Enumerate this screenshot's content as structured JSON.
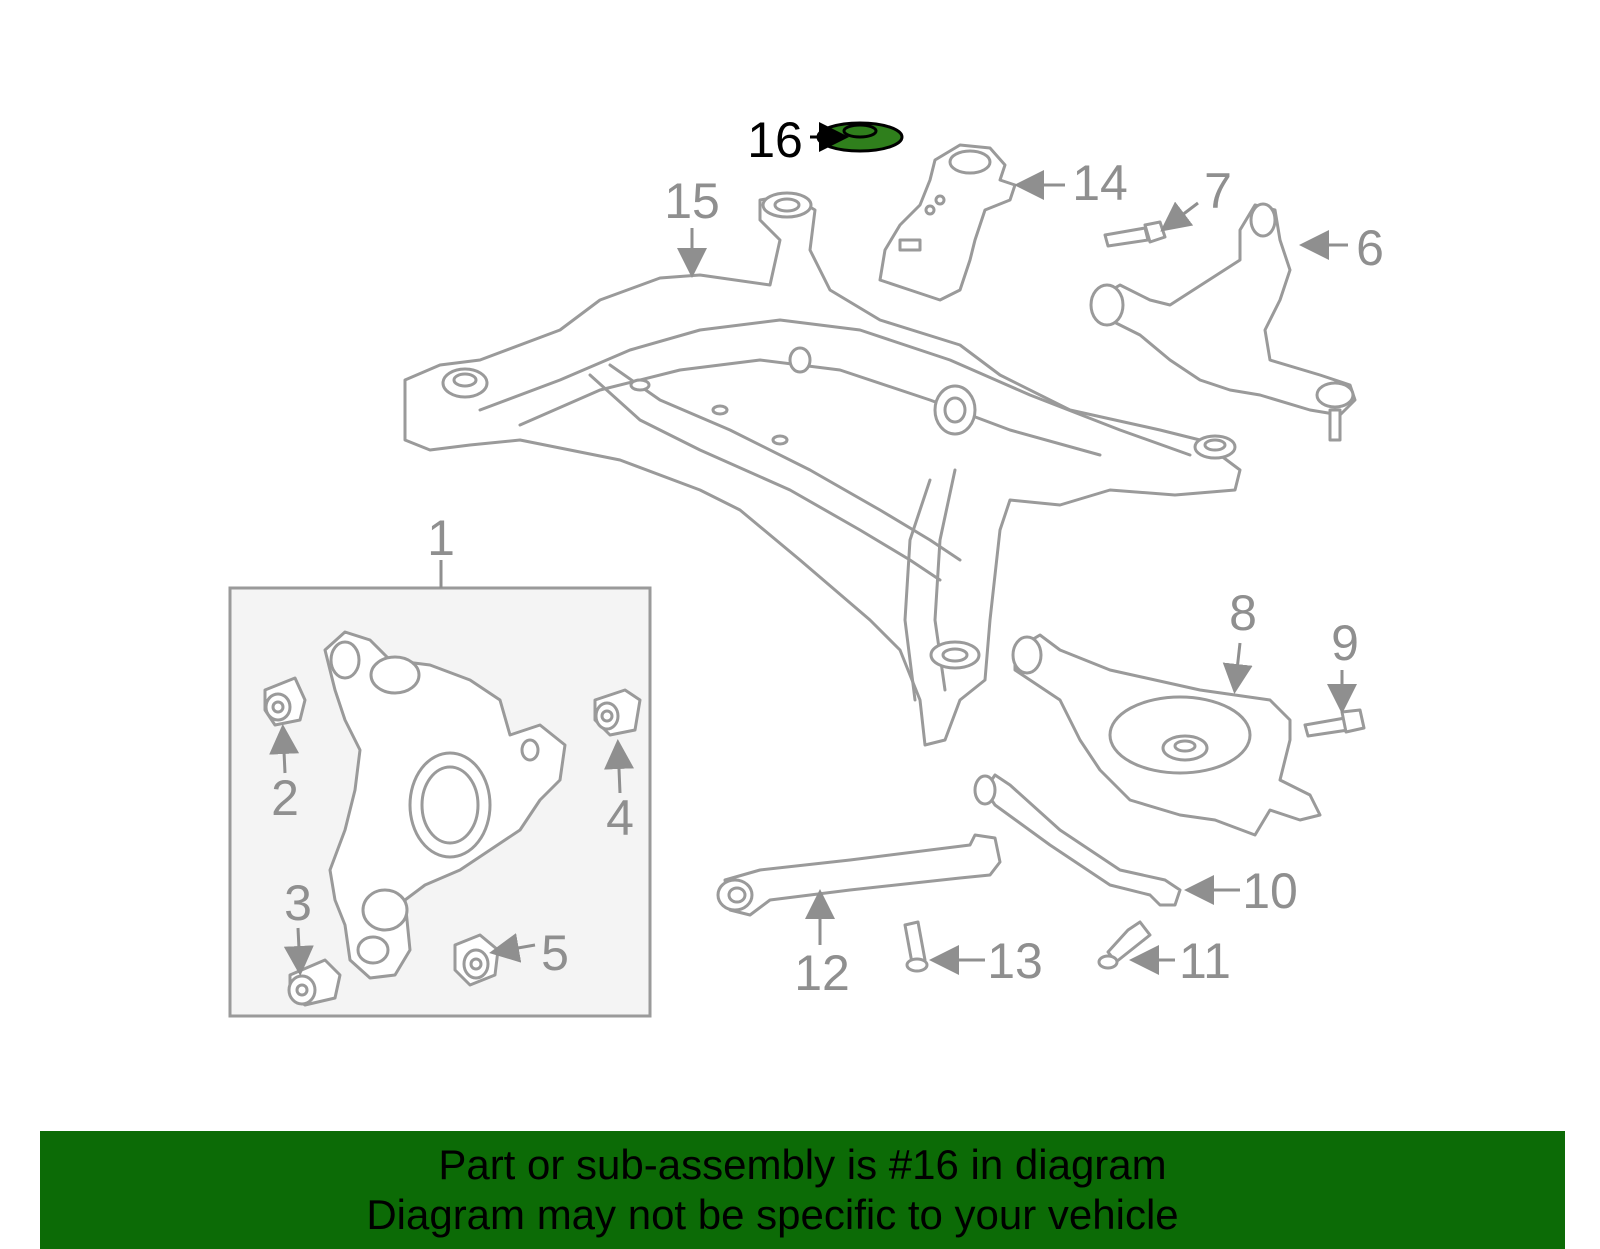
{
  "diagram": {
    "highlight_color": "#2f7f1c",
    "callouts": [
      {
        "id": "1",
        "text": "1"
      },
      {
        "id": "2",
        "text": "2"
      },
      {
        "id": "3",
        "text": "3"
      },
      {
        "id": "4",
        "text": "4"
      },
      {
        "id": "5",
        "text": "5"
      },
      {
        "id": "6",
        "text": "6"
      },
      {
        "id": "7",
        "text": "7"
      },
      {
        "id": "8",
        "text": "8"
      },
      {
        "id": "9",
        "text": "9"
      },
      {
        "id": "10",
        "text": "10"
      },
      {
        "id": "11",
        "text": "11"
      },
      {
        "id": "12",
        "text": "12"
      },
      {
        "id": "13",
        "text": "13"
      },
      {
        "id": "14",
        "text": "14"
      },
      {
        "id": "15",
        "text": "15"
      },
      {
        "id": "16",
        "text": "16",
        "highlighted": true
      }
    ]
  },
  "banner": {
    "background": "#0c6b06",
    "line1": "Part or sub-assembly is #16 in diagram",
    "line2": "Diagram may not be specific to your vehicle"
  }
}
